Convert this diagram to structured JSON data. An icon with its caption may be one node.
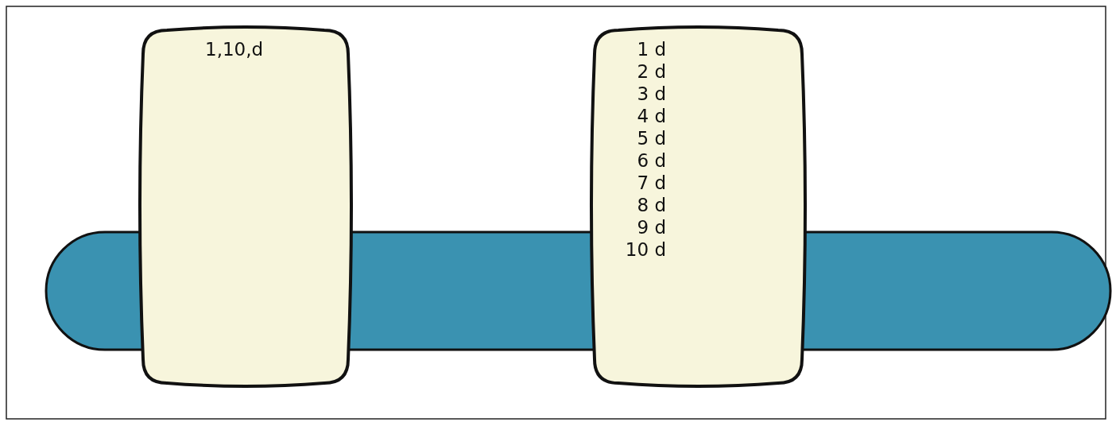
{
  "diagram": {
    "nodes": [
      {
        "text": [
          "1,10,d"
        ]
      },
      {
        "text": [
          "1 d",
          "2 d",
          "3 d",
          "4 d",
          "5 d",
          "6 d",
          "7 d",
          "8 d",
          "9 d",
          "10 d"
        ]
      }
    ]
  }
}
